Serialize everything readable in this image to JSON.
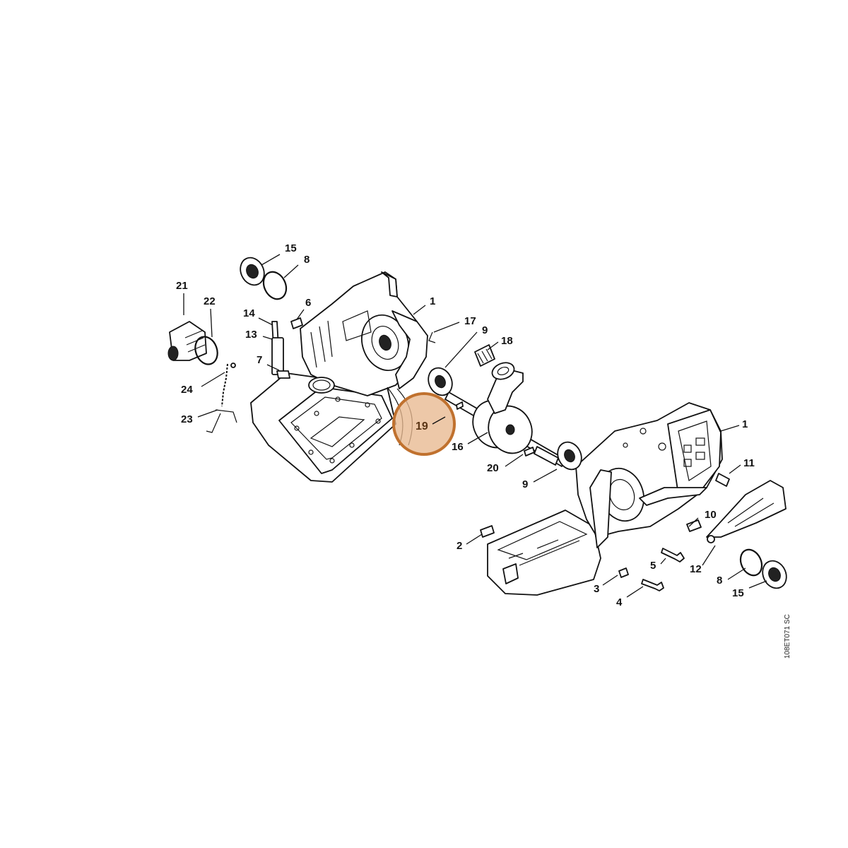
{
  "figure_ref": "108ET071 SC",
  "highlight": {
    "label": "19",
    "fill_color": "#e8b98f",
    "ring_color": "#c0712e"
  },
  "labels": {
    "l15a": "15",
    "l8a": "8",
    "l21": "21",
    "l22": "22",
    "l6": "6",
    "l1a": "1",
    "l14": "14",
    "l13": "13",
    "l17": "17",
    "l9a": "9",
    "l18": "18",
    "l7": "7",
    "l24": "24",
    "l23": "23",
    "l16": "16",
    "l20": "20",
    "l9b": "9",
    "l1b": "1",
    "l11": "11",
    "l10": "10",
    "l2": "2",
    "l5": "5",
    "l12": "12",
    "l8b": "8",
    "l3": "3",
    "l4": "4",
    "l15b": "15"
  }
}
